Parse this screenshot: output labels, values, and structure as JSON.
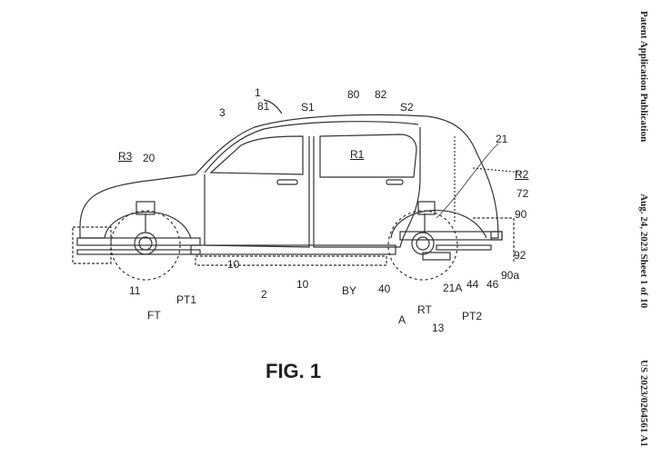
{
  "header": {
    "publication": "Patent Application Publication",
    "date_sheet": "Aug. 24, 2023  Sheet 1 of 10",
    "number": "US 2023/0264561 A1"
  },
  "figure_title": "FIG. 1",
  "labels": [
    "1",
    "3",
    "81",
    "S1",
    "80",
    "82",
    "S2",
    "R1",
    "21",
    "R2",
    "72",
    "90",
    "92",
    "90a",
    "46",
    "44",
    "21A",
    "40",
    "BY",
    "10",
    "2",
    "10",
    "11",
    "PT1",
    "FT",
    "R3",
    "20",
    "A",
    "RT",
    "PT2",
    "13"
  ]
}
